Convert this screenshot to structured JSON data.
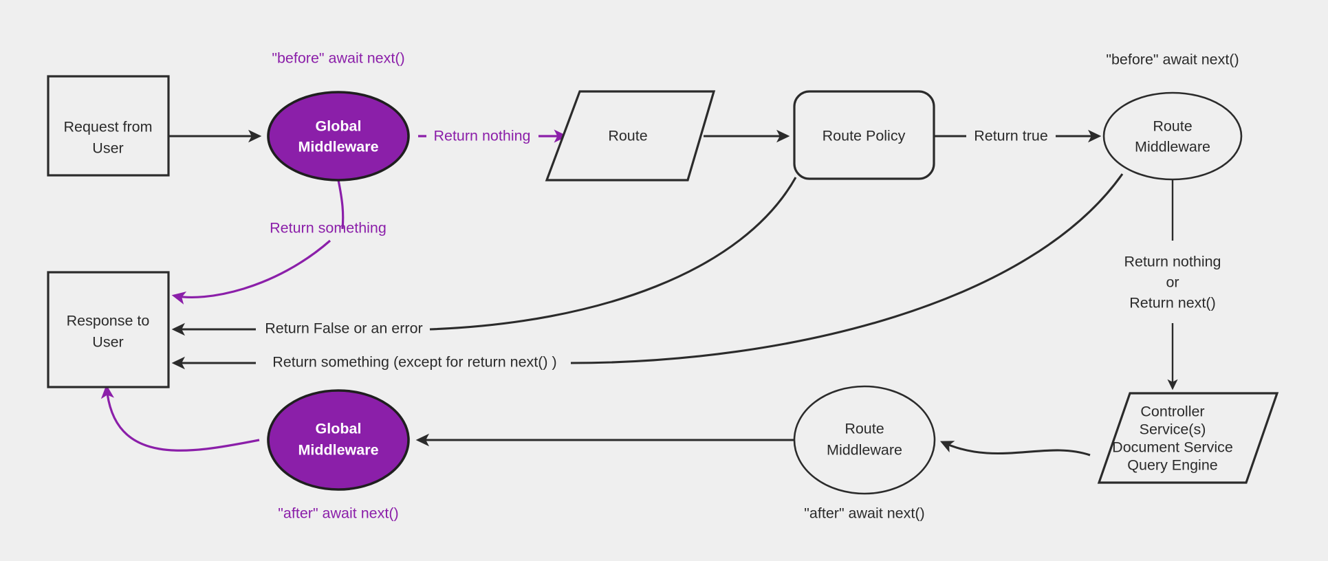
{
  "colors": {
    "background": "#efefef",
    "stroke": "#2b2b2b",
    "accent": "#8B1FA9",
    "accent_text": "#8B1FA9",
    "node_fill": "#efefef",
    "accent_node_text": "#ffffff"
  },
  "nodes": {
    "request_from_user": {
      "line1": "Request from",
      "line2": "User"
    },
    "global_middleware_top": {
      "line1": "Global",
      "line2": "Middleware"
    },
    "route": {
      "line1": "Route"
    },
    "route_policy": {
      "line1": "Route Policy"
    },
    "route_middleware_top": {
      "line1": "Route",
      "line2": "Middleware"
    },
    "controller_services": {
      "line1": "Controller",
      "line2": "Service(s)",
      "line3": "Document Service",
      "line4": "Query Engine"
    },
    "route_middleware_bottom": {
      "line1": "Route",
      "line2": "Middleware"
    },
    "global_middleware_bottom": {
      "line1": "Global",
      "line2": "Middleware"
    },
    "response_to_user": {
      "line1": "Response to",
      "line2": "User"
    }
  },
  "annotations": {
    "before_await_next_global": "\"before\" await next()",
    "before_await_next_route": "\"before\" await next()",
    "after_await_next_global": "\"after\" await next()",
    "after_await_next_route": "\"after\" await next()"
  },
  "edge_labels": {
    "return_nothing": "Return nothing",
    "return_something_global": "Return something",
    "return_true": "Return true",
    "return_nothing_or_1": "Return nothing",
    "return_nothing_or_2": "or",
    "return_nothing_or_3": "Return next()",
    "return_false_or_error": "Return False or an error",
    "return_something_except": "Return something (except for return next() )"
  }
}
